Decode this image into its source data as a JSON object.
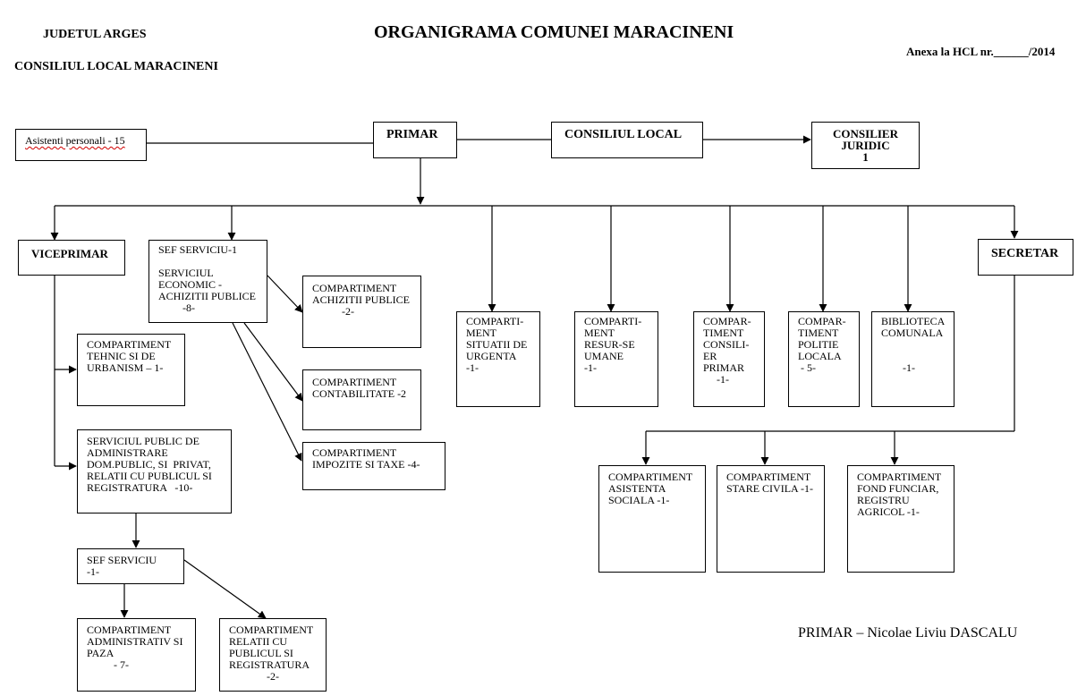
{
  "header": {
    "county": "JUDETUL ARGES",
    "council": "CONSILIUL LOCAL  MARACINENI",
    "title": "ORGANIGRAMA COMUNEI  MARACINENI",
    "annex": "Anexa la HCL nr.______/2014"
  },
  "boxes": {
    "asistenti": "Asistenti personali - 15",
    "primar": "PRIMAR",
    "consiliu": "CONSILIUL LOCAL",
    "consilier": "CONSILIER\nJURIDIC\n1",
    "viceprimar": "VICEPRIMAR",
    "sef_serviciu_economic": "SEF SERVICIU-1\n\nSERVICIUL\nECONOMIC -\nACHIZITII PUBLICE\n         -8-",
    "achizitii": "COMPARTIMENT\nACHIZITII PUBLICE\n           -2-",
    "contabilitate": "COMPARTIMENT\nCONTABILITATE -2",
    "impozite": "COMPARTIMENT\nIMPOZITE SI TAXE -4-",
    "tehnic": "COMPARTIMENT\nTEHNIC SI DE\nURBANISM – 1-",
    "serviciul_public": "SERVICIUL PUBLIC DE\nADMINISTRARE\nDOM.PUBLIC, SI  PRIVAT,\nRELATII CU PUBLICUL SI\nREGISTRATURA   -10-",
    "sef_serviciu": "SEF SERVICIU\n-1-",
    "administrativ": "COMPARTIMENT\nADMINISTRATIV SI\nPAZA\n          - 7-",
    "relatii": "COMPARTIMENT\nRELATII CU\nPUBLICUL SI\nREGISTRATURA\n              -2-",
    "situatii": "COMPARTI-\nMENT\nSITUATII DE\nURGENTA\n-1-",
    "resurse": "COMPARTI-\nMENT\nRESUR-SE\nUMANE\n-1-",
    "consilier_primar": "COMPAR-\nTIMENT\nCONSILI-\nER\nPRIMAR\n     -1-",
    "politie": "COMPAR-\nTIMENT\nPOLITIE\nLOCALA\n - 5-",
    "biblioteca": "BIBLIOTECA\nCOMUNALA\n\n\n        -1-",
    "secretar": "SECRETAR",
    "asistenta": "COMPARTIMENT\nASISTENTA\nSOCIALA -1-",
    "stare_civila": "COMPARTIMENT\nSTARE CIVILA -1-",
    "fond_funciar": "COMPARTIMENT\nFOND FUNCIAR,\nREGISTRU\nAGRICOL -1-"
  },
  "footer": {
    "signature": "PRIMAR – Nicolae Liviu DASCALU"
  }
}
